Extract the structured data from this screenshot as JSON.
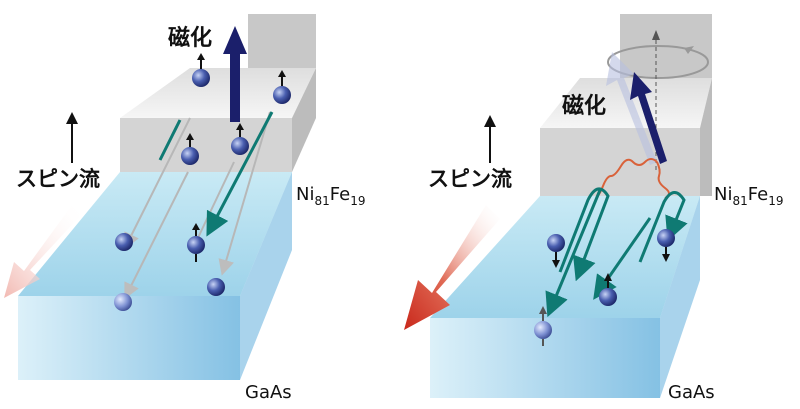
{
  "left": {
    "magnetization_label": "磁化",
    "spin_current_label": "スピン流",
    "ferromagnet_label": {
      "base1": "Ni",
      "sub1": "81",
      "base2": "Fe",
      "sub2": "19"
    },
    "semiconductor_label": "GaAs"
  },
  "right": {
    "magnetization_label": "磁化",
    "spin_current_label": "スピン流",
    "ferromagnet_label": {
      "base1": "Ni",
      "sub1": "81",
      "base2": "Fe",
      "sub2": "19"
    },
    "semiconductor_label": "GaAs"
  },
  "colors": {
    "magnetization_arrow": "#1b1f6b",
    "spin_flow_arrow": "#0f7a73",
    "spin_current_arrow_left": "#f6c9c3",
    "spin_current_arrow_right": "#d33a25",
    "gaas_blue": "#7fc3e3",
    "ferromagnet_gray": "#cfcfcf",
    "wavy_line": "#d9623a"
  }
}
